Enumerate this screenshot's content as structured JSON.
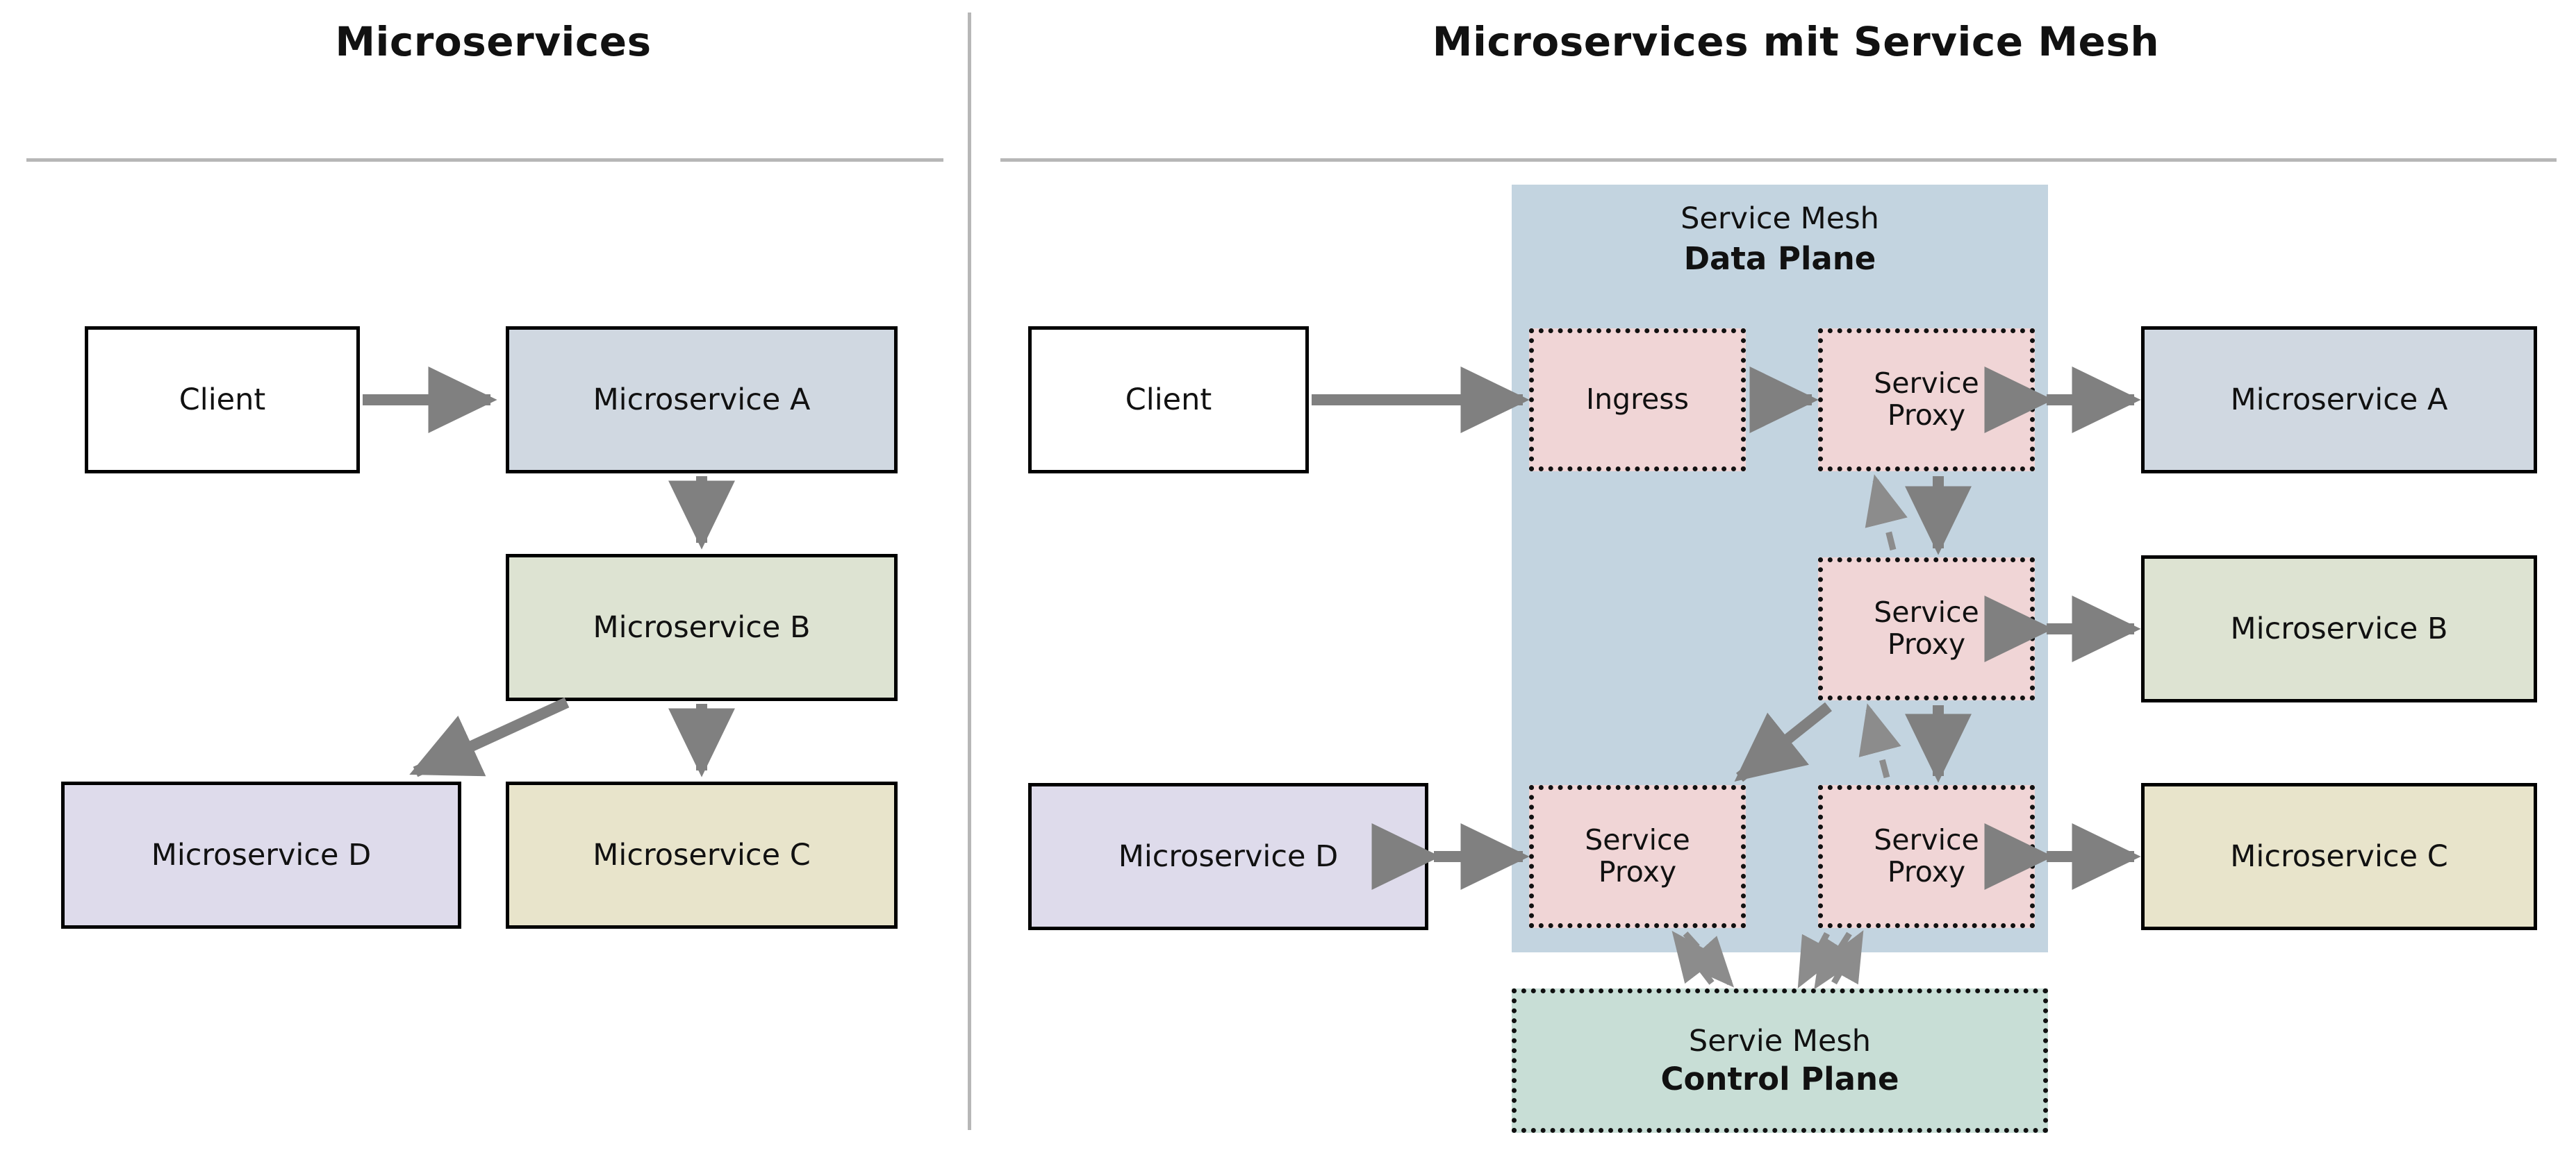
{
  "headers": {
    "left": "Microservices",
    "right": "Microservices mit Service Mesh"
  },
  "colors": {
    "service_a": "#d0d8e1",
    "service_b": "#dde3d2",
    "service_c": "#e8e4cb",
    "service_d": "#dedbeb",
    "client": "#ffffff",
    "proxy": "#f0d5d6",
    "mesh_panel": "#c3d4e0",
    "control_plane": "#c8ded6",
    "arrow": "#808080",
    "border": "#000000",
    "divider": "#b7b7b7"
  },
  "left_panel": {
    "nodes": [
      {
        "id": "client",
        "label": "Client"
      },
      {
        "id": "svc-a",
        "label": "Microservice A"
      },
      {
        "id": "svc-b",
        "label": "Microservice B"
      },
      {
        "id": "svc-d",
        "label": "Microservice D"
      },
      {
        "id": "svc-c",
        "label": "Microservice C"
      }
    ],
    "edges": [
      {
        "from": "client",
        "to": "svc-a",
        "style": "solid",
        "direction": "one-way"
      },
      {
        "from": "svc-a",
        "to": "svc-b",
        "style": "solid",
        "direction": "one-way"
      },
      {
        "from": "svc-b",
        "to": "svc-d",
        "style": "solid",
        "direction": "one-way"
      },
      {
        "from": "svc-b",
        "to": "svc-c",
        "style": "solid",
        "direction": "one-way"
      }
    ]
  },
  "right_panel": {
    "mesh": {
      "title_line1": "Service Mesh",
      "title_line2": "Data Plane"
    },
    "control_plane": {
      "title_line1": "Servie Mesh",
      "title_line2": "Control Plane"
    },
    "nodes": [
      {
        "id": "r-client",
        "label": "Client"
      },
      {
        "id": "ingress",
        "label": "Ingress"
      },
      {
        "id": "proxy-a",
        "label": "Service\nProxy"
      },
      {
        "id": "proxy-b",
        "label": "Service\nProxy"
      },
      {
        "id": "proxy-c",
        "label": "Service\nProxy"
      },
      {
        "id": "proxy-d",
        "label": "Service\nProxy"
      },
      {
        "id": "r-svc-a",
        "label": "Microservice A"
      },
      {
        "id": "r-svc-b",
        "label": "Microservice B"
      },
      {
        "id": "r-svc-c",
        "label": "Microservice C"
      },
      {
        "id": "r-svc-d",
        "label": "Microservice D"
      }
    ],
    "edges": [
      {
        "from": "r-client",
        "to": "ingress",
        "style": "solid",
        "direction": "one-way"
      },
      {
        "from": "ingress",
        "to": "proxy-a",
        "style": "solid",
        "direction": "one-way"
      },
      {
        "from": "proxy-a",
        "to": "r-svc-a",
        "style": "solid",
        "direction": "two-way"
      },
      {
        "from": "proxy-b",
        "to": "r-svc-b",
        "style": "solid",
        "direction": "two-way"
      },
      {
        "from": "proxy-c",
        "to": "r-svc-c",
        "style": "solid",
        "direction": "two-way"
      },
      {
        "from": "proxy-d",
        "to": "r-svc-d",
        "style": "solid",
        "direction": "two-way"
      },
      {
        "from": "proxy-a",
        "to": "proxy-b",
        "style": "solid",
        "direction": "one-way"
      },
      {
        "from": "proxy-b",
        "to": "proxy-c",
        "style": "solid",
        "direction": "one-way"
      },
      {
        "from": "proxy-b",
        "to": "proxy-d",
        "style": "solid",
        "direction": "one-way"
      },
      {
        "from": "proxy-b",
        "to": "proxy-a",
        "style": "dashed",
        "direction": "one-way"
      },
      {
        "from": "proxy-c",
        "to": "proxy-b",
        "style": "dashed",
        "direction": "one-way"
      },
      {
        "from": "proxy-d",
        "to": "control-plane",
        "style": "dashed",
        "direction": "two-way"
      },
      {
        "from": "proxy-c",
        "to": "control-plane",
        "style": "dashed",
        "direction": "two-way"
      }
    ]
  }
}
